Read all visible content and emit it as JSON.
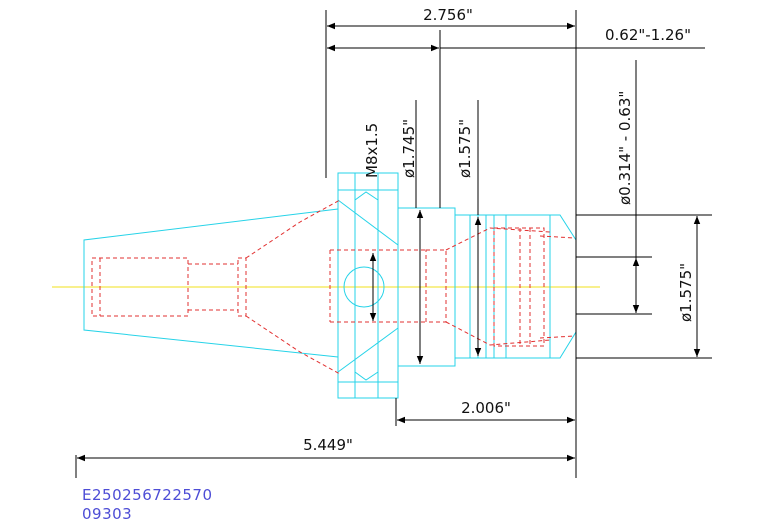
{
  "dimensions": {
    "d_2756": "2.756\"",
    "d_062_126": "0.62\"-1.26\"",
    "d_m8": "M8x1.5",
    "d_1745": "ø1.745\"",
    "d_1575_top": "ø1.575\"",
    "d_0314_063": "ø0.314\" - 0.63\"",
    "d_1575_right": "ø1.575\"",
    "d_2006": "2.006\"",
    "d_5449": "5.449\""
  },
  "part_code": {
    "line1": "E250256722570",
    "line2": "09303"
  },
  "colors": {
    "outline": "#26d3e8",
    "hidden": "#e23030",
    "center": "#f2e21b",
    "dimension": "#000000",
    "code": "#4d4dd6"
  }
}
